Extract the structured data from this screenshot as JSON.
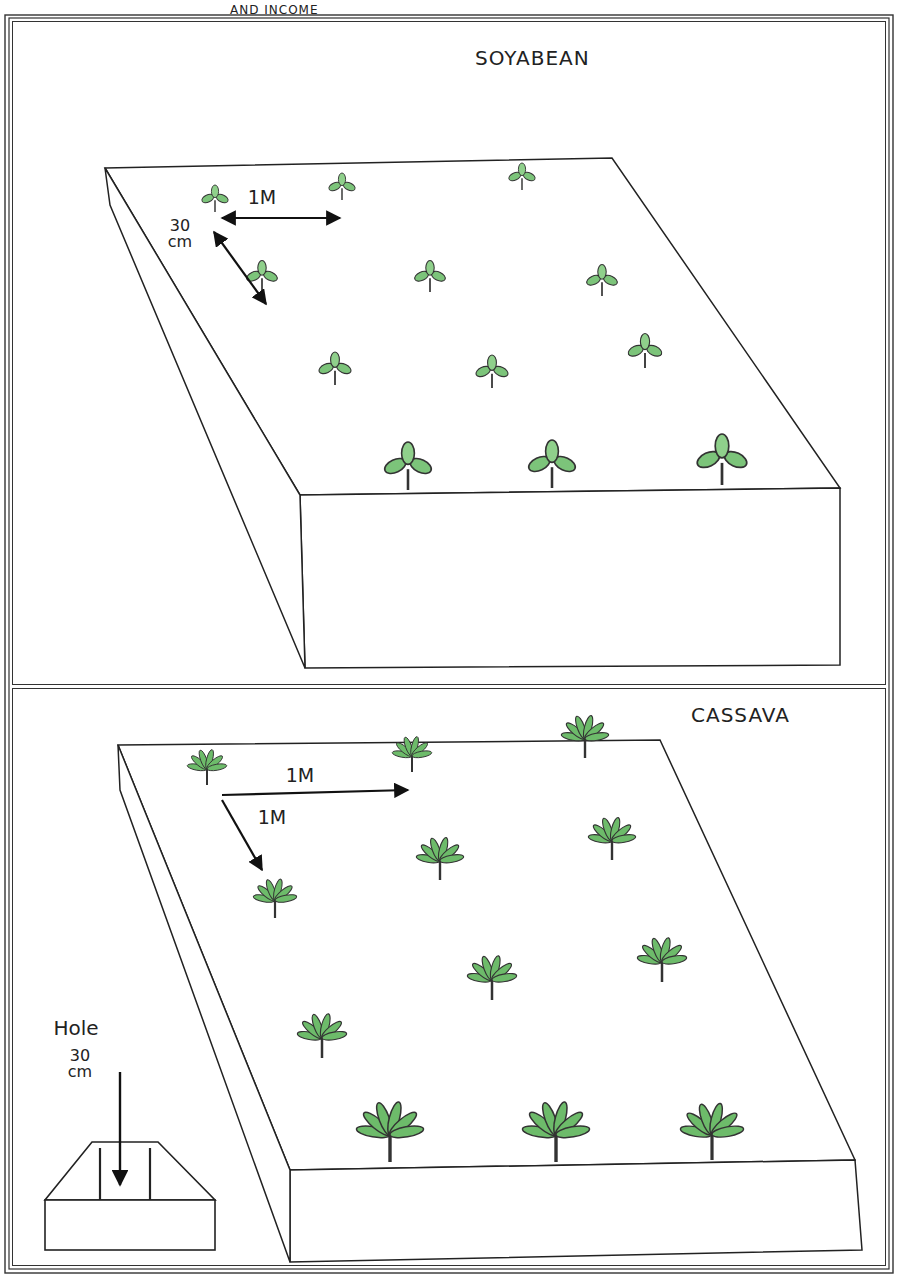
{
  "diagram": {
    "title": "AND INCOME",
    "nodes": [
      {
        "text": [
          "SOYABEAN"
        ]
      },
      {
        "text": [
          "CASSAVA"
        ]
      }
    ],
    "labels": [
      "1M",
      "30 cm",
      "1M",
      "1M",
      "Hole",
      "30 cm"
    ]
  }
}
